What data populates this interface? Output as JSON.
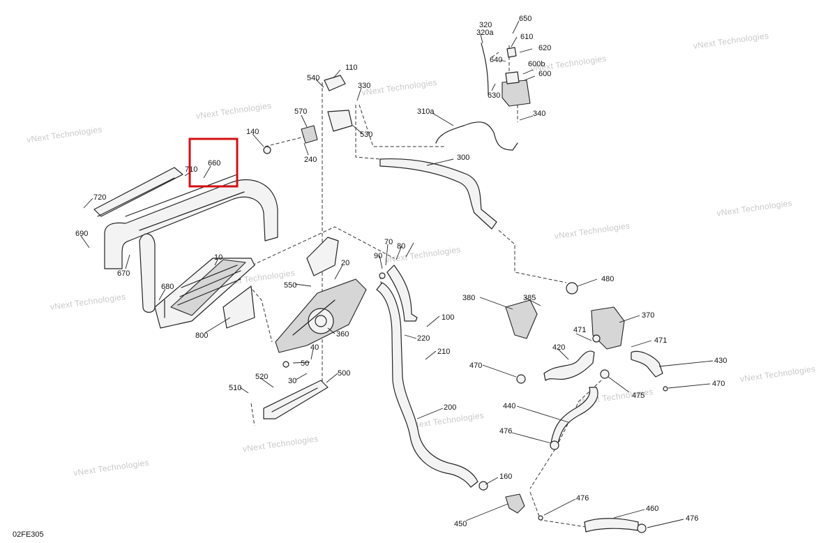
{
  "diagram": {
    "code": "02FE305",
    "watermark": "vNext Technologies",
    "highlight_color": "#d10f14",
    "highlighted_part": "660"
  },
  "labels": {
    "p10": "10",
    "p20": "20",
    "p30": "30",
    "p40": "40",
    "p50": "50",
    "p70": "70",
    "p80": "80",
    "p90": "90",
    "p100": "100",
    "p110": "110",
    "p140": "140",
    "p160": "160",
    "p200": "200",
    "p210": "210",
    "p220": "220",
    "p240": "240",
    "p300": "300",
    "p310a": "310a",
    "p320": "320",
    "p320a": "320a",
    "p330": "330",
    "p340": "340",
    "p360": "360",
    "p370": "370",
    "p380": "380",
    "p385": "385",
    "p420": "420",
    "p430": "430",
    "p440": "440",
    "p450": "450",
    "p460": "460",
    "p470a": "470",
    "p470b": "470",
    "p471a": "471",
    "p471b": "471",
    "p475": "475",
    "p476a": "476",
    "p476b": "476",
    "p476c": "476",
    "p480": "480",
    "p500": "500",
    "p510": "510",
    "p520": "520",
    "p530": "530",
    "p540": "540",
    "p550": "550",
    "p570": "570",
    "p600": "600",
    "p600b": "600b",
    "p610": "610",
    "p620": "620",
    "p630": "630",
    "p640": "640",
    "p650": "650",
    "p660": "660",
    "p670": "670",
    "p680": "680",
    "p690": "690",
    "p710": "710",
    "p720": "720",
    "p800": "800"
  }
}
